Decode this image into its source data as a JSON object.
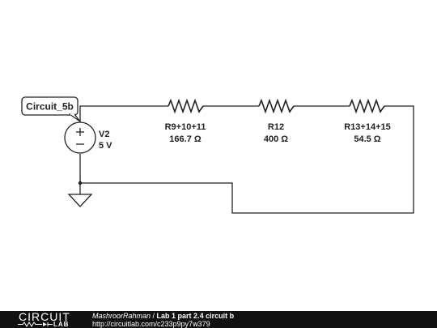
{
  "circuit": {
    "tag_label": "Circuit_5b",
    "source": {
      "name": "V2",
      "value": "5 V"
    },
    "resistors": [
      {
        "name": "R9+10+11",
        "value": "166.7 Ω"
      },
      {
        "name": "R12",
        "value": "400 Ω"
      },
      {
        "name": "R13+14+15",
        "value": "54.5 Ω"
      }
    ]
  },
  "footer": {
    "logo_top": "CIRCUIT",
    "logo_bottom": "LAB",
    "author": "MashroorRahman",
    "separator": " / ",
    "title": "Lab 1 part 2.4 circuit b",
    "url": "http://circuitlab.com/c233p9py7w379"
  },
  "colors": {
    "wire": "#222222",
    "footer_bg": "#111111",
    "footer_text": "#ffffff"
  }
}
